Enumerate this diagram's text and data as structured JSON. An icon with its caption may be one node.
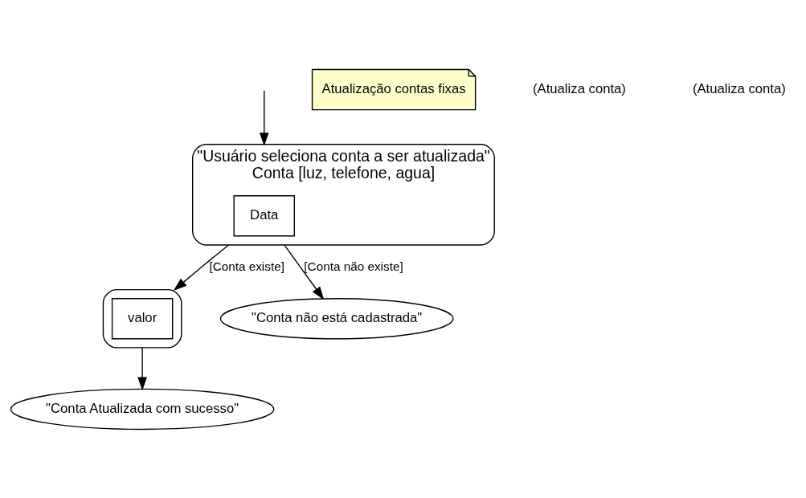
{
  "diagram": {
    "nodes": [
      {
        "text": [
          "\"Usuário seleciona conta a ser atualizada\"",
          "Conta [luz, telefone, agua]"
        ]
      },
      {
        "text": [
          "Data"
        ],
        "in": 0
      },
      {
        "text": [],
        "shape": "ellipse"
      },
      {
        "text": [
          "valor"
        ],
        "in": 2
      },
      {
        "text": [
          "\"Conta Atualizada com sucesso\""
        ]
      },
      {
        "text": [
          "\"Conta não está cadastrada\""
        ]
      },
      {
        "text": [
          "Atualização contas fixas"
        ]
      }
    ],
    "edges": [
      {
        "from": null,
        "to": 0,
        "arrow": "to"
      },
      {
        "from": 0,
        "to": 2,
        "arrow": "to",
        "label": "[Conta existe]"
      },
      {
        "from": 2,
        "to": 4,
        "arrow": "to"
      },
      {
        "from": 0,
        "to": 5,
        "arrow": "to",
        "label": "[Conta não existe]"
      }
    ],
    "labels": [
      "(Atualiza conta)",
      "(Atualiza conta)"
    ]
  }
}
